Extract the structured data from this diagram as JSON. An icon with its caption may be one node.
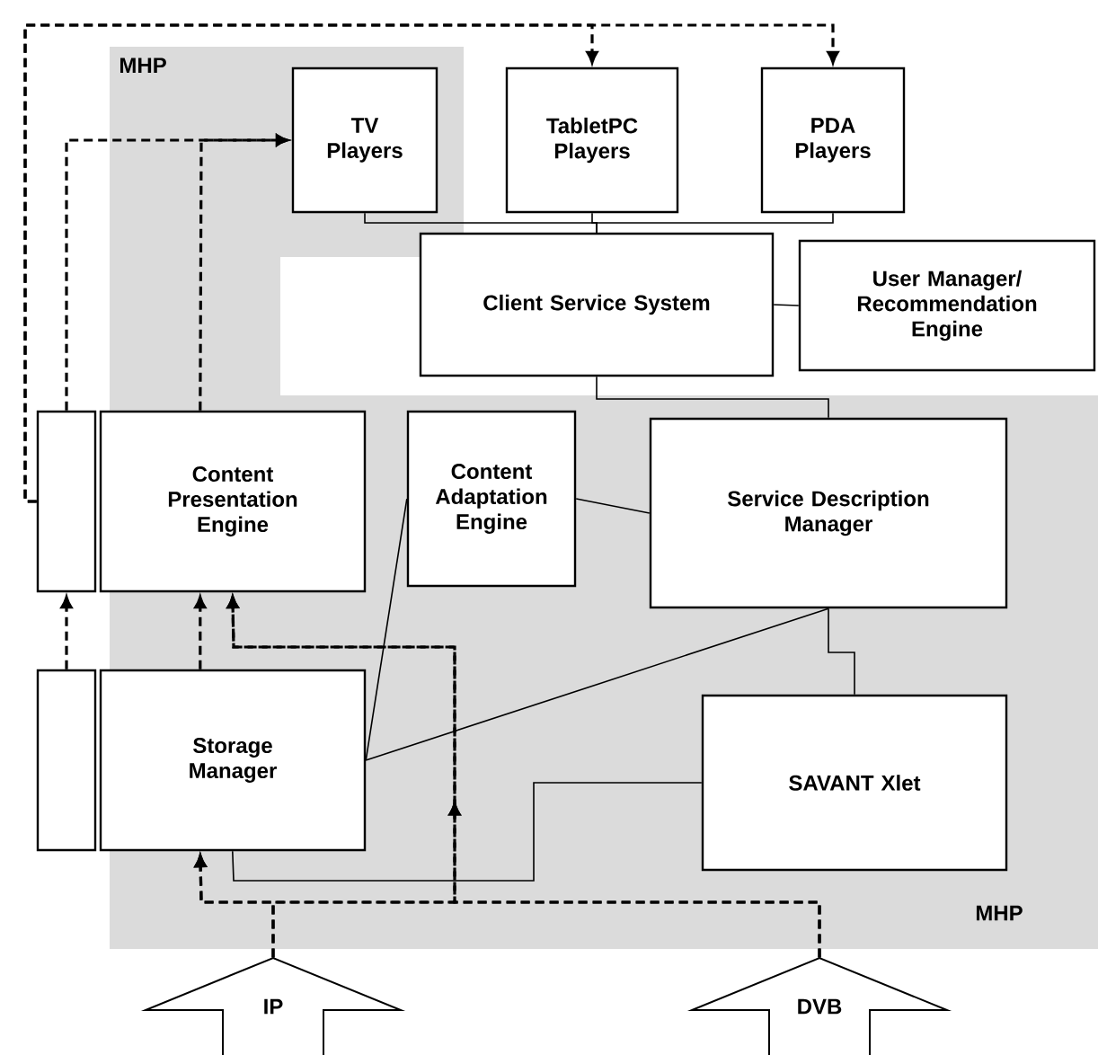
{
  "diagram": {
    "nodes": [
      {
        "text": [
          "TV Players"
        ]
      },
      {
        "text": [
          "TabletPC Players"
        ]
      },
      {
        "text": [
          "PDA Players"
        ]
      },
      {
        "text": [
          "Client Service System"
        ]
      },
      {
        "text": [
          "User Manager/ Recommendation Engine"
        ]
      },
      {
        "text": [],
        "shape": "box"
      },
      {
        "text": [
          "Content Presentation Engine"
        ]
      },
      {
        "text": [
          "Content Adaptation Engine"
        ]
      },
      {
        "text": [
          "Service Description Manager"
        ]
      },
      {
        "text": [],
        "shape": "box"
      },
      {
        "text": [
          "Storage Manager"
        ]
      },
      {
        "text": [
          "SAVANT Xlet"
        ]
      },
      {
        "text": [
          "IP"
        ]
      },
      {
        "text": [
          "DVB"
        ]
      }
    ],
    "edges": [
      {
        "from": 0,
        "to": 3,
        "arrow": "none"
      },
      {
        "from": 1,
        "to": 3,
        "arrow": "none"
      },
      {
        "from": 2,
        "to": 3,
        "arrow": "none"
      },
      {
        "from": 3,
        "to": 4,
        "arrow": "none"
      },
      {
        "from": 3,
        "to": 8,
        "arrow": "none"
      },
      {
        "from": 7,
        "to": 8,
        "arrow": "none"
      },
      {
        "from": 10,
        "to": 7,
        "arrow": "none"
      },
      {
        "from": 8,
        "to": 10,
        "arrow": "none"
      },
      {
        "from": 8,
        "to": 11,
        "arrow": "none"
      },
      {
        "from": 11,
        "to": 10,
        "arrow": "none"
      },
      {
        "from": 5,
        "to": 0,
        "arrow": "to",
        "style": "dashed"
      },
      {
        "from": 6,
        "to": 0,
        "arrow": "to",
        "style": "dashed"
      },
      {
        "from": 5,
        "to": 1,
        "arrow": "to",
        "style": "dashed"
      },
      {
        "from": 5,
        "to": 2,
        "arrow": "to",
        "style": "dashed"
      },
      {
        "from": 9,
        "to": 5,
        "arrow": "to",
        "style": "dashed"
      },
      {
        "from": 10,
        "to": 6,
        "arrow": "to",
        "style": "dashed"
      },
      {
        "from": 12,
        "to": 10,
        "arrow": "to",
        "style": "dashed"
      },
      {
        "from": 12,
        "to": 6,
        "arrow": "to",
        "style": "dashed"
      },
      {
        "from": 13,
        "to": 10,
        "arrow": "to",
        "style": "dashed"
      },
      {
        "from": 13,
        "to": 6,
        "arrow": "to",
        "style": "dashed"
      }
    ],
    "labels": [
      "MHP",
      "MHP"
    ]
  }
}
